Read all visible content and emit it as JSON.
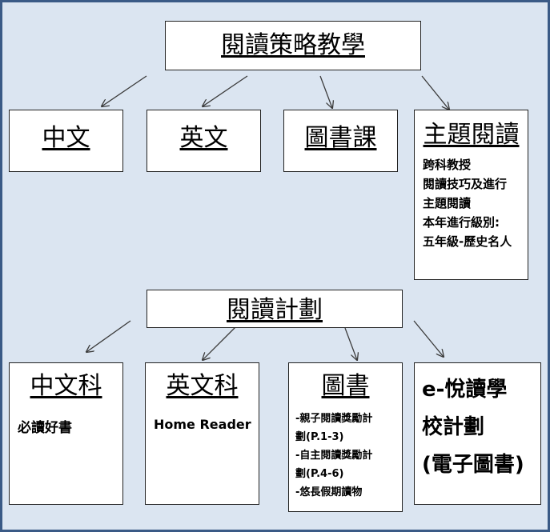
{
  "top": {
    "title": "閱讀策略教學",
    "items": [
      "中文",
      "英文",
      "圖書課",
      "主題閱讀"
    ],
    "topic_notes": [
      "跨科教授",
      "閱讀技巧及進行",
      "主題閱讀",
      "本年進行級別:",
      "五年級-歷史名人"
    ]
  },
  "plan": {
    "title": "閱讀計劃",
    "chinese": {
      "title": "中文科",
      "note": "必讀好書"
    },
    "english": {
      "title": "英文科",
      "note": "Home Reader"
    },
    "library": {
      "title": "圖書",
      "notes": [
        "-親子閱讀獎勵計",
        "劃(P.1-3)",
        "-自主閱讀獎勵計",
        "劃(P.4-6)",
        "-悠長假期讀物"
      ]
    },
    "ebook": {
      "lines": [
        "e-悅讀學",
        "校計劃",
        "(電子圖書)"
      ]
    }
  },
  "colors": {
    "background": "#dbe5f1",
    "frame": "#3a5a86",
    "box_border": "#222222",
    "arrow": "#3a3a3a"
  }
}
